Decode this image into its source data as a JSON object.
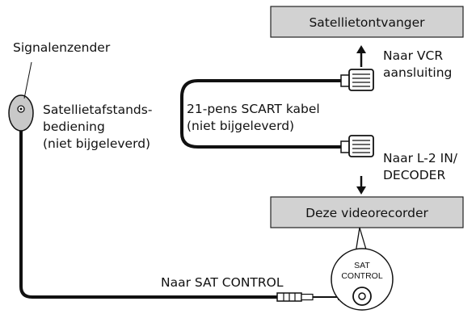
{
  "devices": {
    "satellite_receiver": "Satellietontvanger",
    "this_vcr": "Deze videorecorder"
  },
  "labels": {
    "signal_sender": "Signalenzender",
    "remote": [
      "Satellietafstands-",
      "bediening",
      "(niet bijgeleverd)"
    ],
    "to_vcr_connection": [
      "Naar VCR",
      "aansluiting"
    ],
    "scart_cable": [
      "21-pens SCART kabel",
      "(niet bijgeleverd)"
    ],
    "to_l2_in": [
      "Naar L-2 IN/",
      "DECODER"
    ],
    "to_sat_control": "Naar SAT CONTROL",
    "sat_control_jack": [
      "SAT",
      "CONTROL"
    ]
  }
}
